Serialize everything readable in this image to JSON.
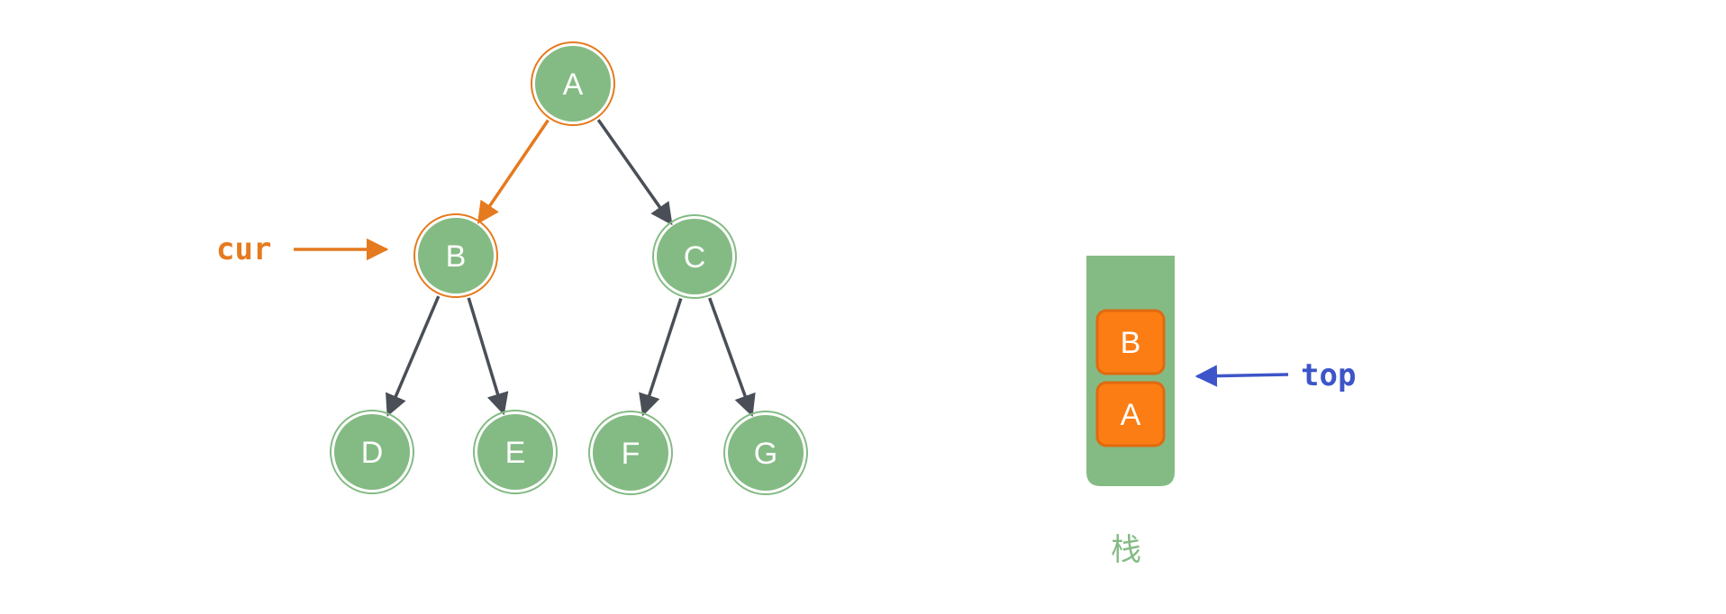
{
  "tree": {
    "nodes": [
      {
        "id": "A",
        "label": "A",
        "highlight": true
      },
      {
        "id": "B",
        "label": "B",
        "highlight": true
      },
      {
        "id": "C",
        "label": "C",
        "highlight": false
      },
      {
        "id": "D",
        "label": "D",
        "highlight": false
      },
      {
        "id": "E",
        "label": "E",
        "highlight": false
      },
      {
        "id": "F",
        "label": "F",
        "highlight": false
      },
      {
        "id": "G",
        "label": "G",
        "highlight": false
      }
    ],
    "edges": [
      {
        "from": "A",
        "to": "B",
        "highlight": true
      },
      {
        "from": "A",
        "to": "C",
        "highlight": false
      },
      {
        "from": "B",
        "to": "D",
        "highlight": false
      },
      {
        "from": "B",
        "to": "E",
        "highlight": false
      },
      {
        "from": "C",
        "to": "F",
        "highlight": false
      },
      {
        "from": "C",
        "to": "G",
        "highlight": false
      }
    ],
    "pointer_label": "cur",
    "pointer_target": "B"
  },
  "stack": {
    "items_bottom_to_top": [
      "A",
      "B"
    ],
    "top_label": "top",
    "caption": "栈"
  },
  "colors": {
    "node_fill": "#84bb84",
    "highlight": "#e57a1e",
    "edge": "#4a4f57",
    "stack_item": "#fc7d14",
    "stack_item_border": "#e06a10",
    "top_arrow": "#3d55c8",
    "caption": "#84bb84"
  }
}
